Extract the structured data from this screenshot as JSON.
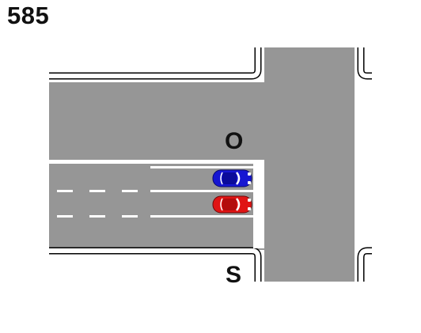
{
  "question_number": "585",
  "compass": {
    "east_label": "O",
    "south_label": "S"
  },
  "colors": {
    "road": "#969696",
    "curb": "#ffffff",
    "car_blue": "#1616d2",
    "car_red": "#e01414",
    "background": "#ffffff"
  },
  "vehicles": [
    {
      "name": "blue-car",
      "color": "blue",
      "lane": 1
    },
    {
      "name": "red-car",
      "color": "red",
      "lane": 2
    }
  ]
}
